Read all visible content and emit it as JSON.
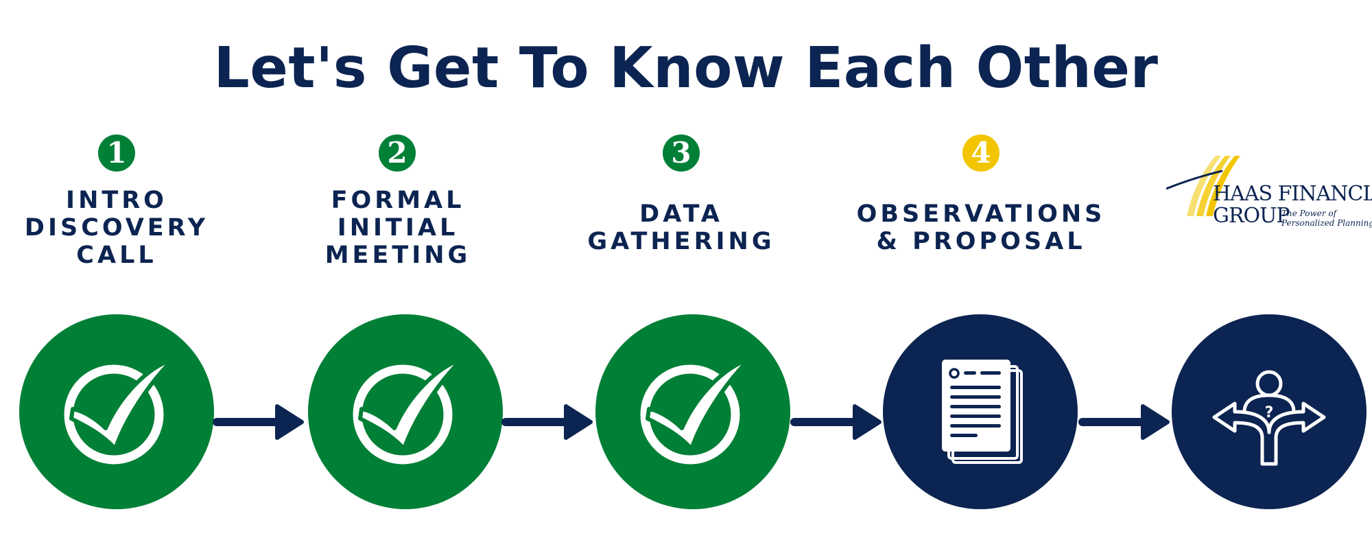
{
  "title": "Let's Get To Know Each Other",
  "colors": {
    "navy": "#0c2451",
    "green": "#007f36",
    "yellow": "#f2c500",
    "white": "#ffffff"
  },
  "steps": [
    {
      "number": "1",
      "label_lines": [
        "INTRO",
        "DISCOVERY",
        "CALL"
      ],
      "status": "complete",
      "icon": "check-circle-icon"
    },
    {
      "number": "2",
      "label_lines": [
        "FORMAL",
        "INITIAL",
        "MEETING"
      ],
      "status": "complete",
      "icon": "check-circle-icon"
    },
    {
      "number": "3",
      "label_lines": [
        "DATA",
        "GATHERING"
      ],
      "status": "complete",
      "icon": "check-circle-icon"
    },
    {
      "number": "4",
      "label_lines": [
        "OBSERVATIONS",
        "& PROPOSAL"
      ],
      "status": "current",
      "icon": "document-icon"
    },
    {
      "status": "upcoming",
      "icon": "decision-paths-icon"
    }
  ],
  "logo": {
    "name_line1": "HAAS FINANCIAL",
    "name_line2": "GROUP",
    "tagline_line1": "The Power of",
    "tagline_line2": "Personalized Planning"
  }
}
